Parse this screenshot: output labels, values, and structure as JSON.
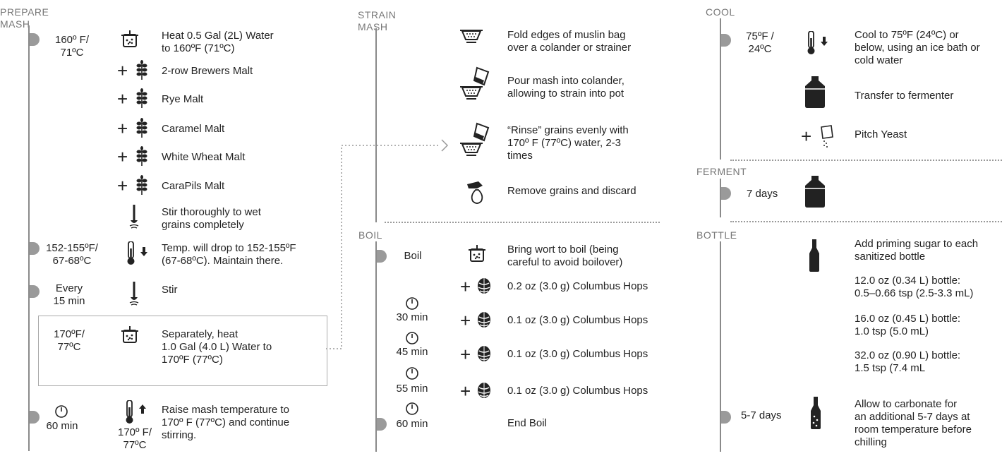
{
  "sections": {
    "prepare_mash": "PREPARE\nMASH",
    "strain_mash": "STRAIN\nMASH",
    "cool": "COOL",
    "boil": "BOIL",
    "ferment": "FERMENT",
    "bottle": "BOTTLE"
  },
  "prepare": {
    "t1": "160º F/\n71ºC",
    "s1": "Heat 0.5 Gal (2L) Water\nto 160ºF (71ºC)",
    "m1": "2-row Brewers Malt",
    "m2": "Rye Malt",
    "m3": "Caramel Malt",
    "m4": "White Wheat Malt",
    "m5": "CaraPils Malt",
    "s2": "Stir thoroughly to wet\ngrains completely",
    "t2": "152-155ºF/\n67-68ºC",
    "s3": "Temp. will drop to 152-155ºF\n(67-68ºC). Maintain there.",
    "t3": "Every\n15 min",
    "s4": "Stir",
    "t4": "170ºF/\n77ºC",
    "s5": "Separately, heat\n1.0 Gal (4.0 L) Water to\n170ºF (77ºC)",
    "t5": "60 min",
    "t5b": "170º F/\n77ºC",
    "s6": "Raise mash temperature to\n170º F (77ºC) and continue\nstirring."
  },
  "strain": {
    "s1": "Fold edges of muslin bag\nover a colander or strainer",
    "s2": "Pour mash into colander,\nallowing to strain into pot",
    "s3": "“Rinse” grains evenly with\n170º F (77ºC) water, 2-3\ntimes",
    "s4": "Remove grains and discard"
  },
  "boil": {
    "t1": "Boil",
    "s1": "Bring wort to boil (being\ncareful to avoid boilover)",
    "h1": "0.2 oz (3.0 g) Columbus Hops",
    "t2": "30 min",
    "h2": "0.1 oz (3.0 g) Columbus Hops",
    "t3": "45 min",
    "h3": "0.1 oz (3.0 g) Columbus Hops",
    "t4": "55 min",
    "h4": "0.1 oz (3.0 g) Columbus Hops",
    "t5": "60 min",
    "s2": "End Boil"
  },
  "cool": {
    "t1": "75ºF /\n24ºC",
    "s1": "Cool to 75ºF (24ºC) or\nbelow, using an ice bath or\ncold water",
    "s2": "Transfer to fermenter",
    "s3": "Pitch Yeast"
  },
  "ferment": {
    "t1": "7 days"
  },
  "bottle": {
    "s1": "Add priming sugar to each\nsanitized bottle",
    "b1": "12.0 oz (0.34 L) bottle:\n0.5–0.66 tsp (2.5-3.3 mL)",
    "b2": "16.0 oz (0.45 L) bottle:\n1.0 tsp (5.0 mL)",
    "b3": "32.0 oz (0.90 L) bottle:\n1.5 tsp (7.4 mL",
    "t1": "5-7 days",
    "s2": "Allow to carbonate for\nan additional 5-7 days at\nroom temperature before\nchilling"
  },
  "symbols": {
    "plus": "+",
    "icons": [
      "pot-icon",
      "grain-icon",
      "spoon-icon",
      "thermometer-down-icon",
      "thermometer-up-icon",
      "timer-icon",
      "strainer-icon",
      "pour-icon",
      "hand-bag-icon",
      "hops-icon",
      "carboy-icon",
      "yeast-packet-icon",
      "bottle-icon"
    ]
  }
}
